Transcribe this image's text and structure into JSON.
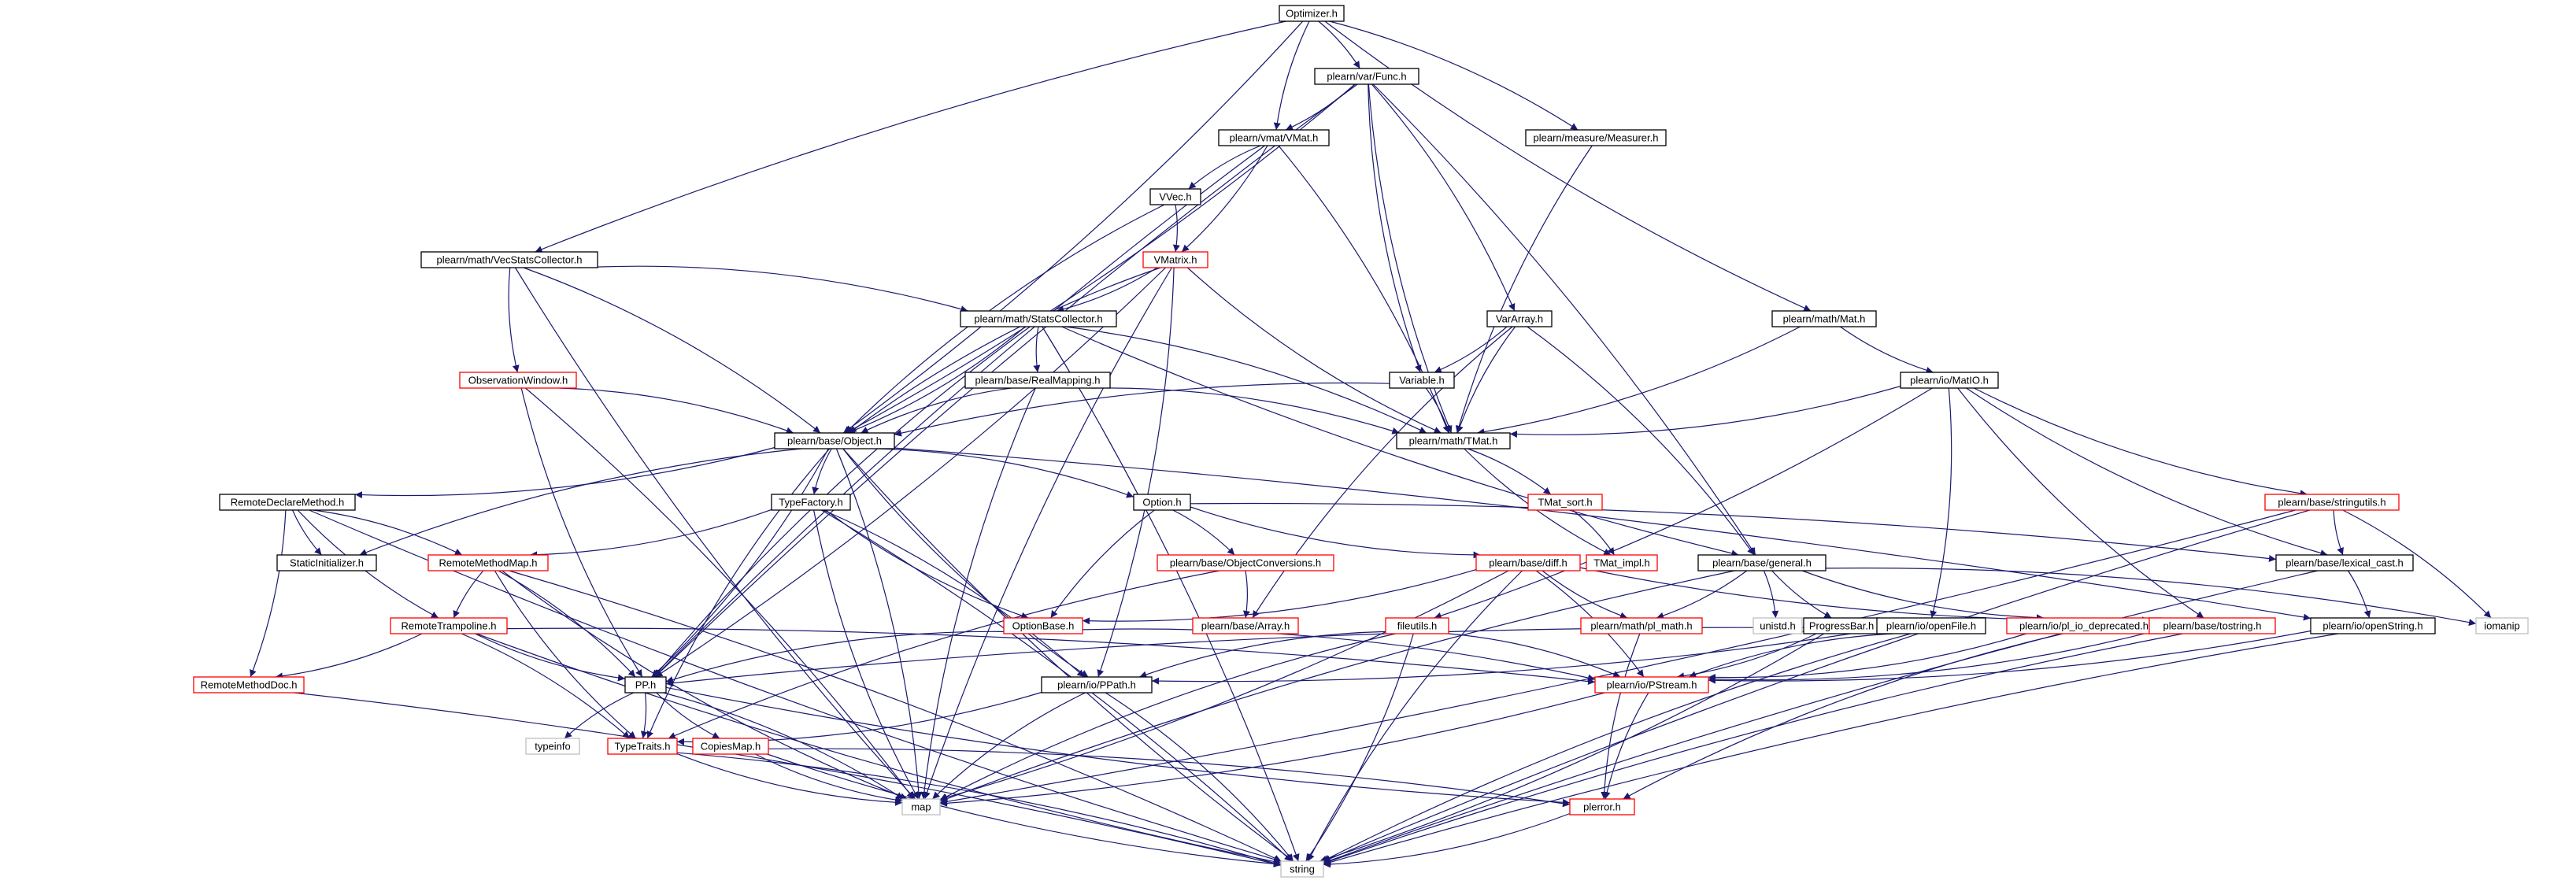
{
  "diagram": {
    "nodes": [
      {
        "id": "optimizer",
        "label": "Optimizer.h",
        "style": "root"
      },
      {
        "id": "func",
        "label": "plearn/var/Func.h",
        "style": "normal"
      },
      {
        "id": "vmat",
        "label": "plearn/vmat/VMat.h",
        "style": "normal"
      },
      {
        "id": "measurer",
        "label": "plearn/measure/Measurer.h",
        "style": "normal"
      },
      {
        "id": "vvec",
        "label": "VVec.h",
        "style": "normal"
      },
      {
        "id": "vmatrix",
        "label": "VMatrix.h",
        "style": "red"
      },
      {
        "id": "vecstats",
        "label": "plearn/math/VecStatsCollector.h",
        "style": "normal"
      },
      {
        "id": "statscol",
        "label": "plearn/math/StatsCollector.h",
        "style": "normal"
      },
      {
        "id": "vararray",
        "label": "VarArray.h",
        "style": "normal"
      },
      {
        "id": "mat",
        "label": "plearn/math/Mat.h",
        "style": "normal"
      },
      {
        "id": "obswin",
        "label": "ObservationWindow.h",
        "style": "red"
      },
      {
        "id": "realmap",
        "label": "plearn/base/RealMapping.h",
        "style": "normal"
      },
      {
        "id": "variable",
        "label": "Variable.h",
        "style": "normal"
      },
      {
        "id": "matio",
        "label": "plearn/io/MatIO.h",
        "style": "normal"
      },
      {
        "id": "object",
        "label": "plearn/base/Object.h",
        "style": "normal"
      },
      {
        "id": "tmat",
        "label": "plearn/math/TMat.h",
        "style": "normal"
      },
      {
        "id": "rdm",
        "label": "RemoteDeclareMethod.h",
        "style": "normal"
      },
      {
        "id": "typefactory",
        "label": "TypeFactory.h",
        "style": "normal"
      },
      {
        "id": "option",
        "label": "Option.h",
        "style": "normal"
      },
      {
        "id": "tmatsort",
        "label": "TMat_sort.h",
        "style": "red"
      },
      {
        "id": "stringutils",
        "label": "plearn/base/stringutils.h",
        "style": "red"
      },
      {
        "id": "staticinit",
        "label": "StaticInitializer.h",
        "style": "normal"
      },
      {
        "id": "rmm",
        "label": "RemoteMethodMap.h",
        "style": "red"
      },
      {
        "id": "objconv",
        "label": "plearn/base/ObjectConversions.h",
        "style": "red"
      },
      {
        "id": "diff",
        "label": "plearn/base/diff.h",
        "style": "red"
      },
      {
        "id": "tmatimpl",
        "label": "TMat_impl.h",
        "style": "red"
      },
      {
        "id": "general",
        "label": "plearn/base/general.h",
        "style": "normal"
      },
      {
        "id": "lexical",
        "label": "plearn/base/lexical_cast.h",
        "style": "normal"
      },
      {
        "id": "rtramp",
        "label": "RemoteTrampoline.h",
        "style": "red"
      },
      {
        "id": "optionbase",
        "label": "OptionBase.h",
        "style": "red"
      },
      {
        "id": "array",
        "label": "plearn/base/Array.h",
        "style": "red"
      },
      {
        "id": "filutils",
        "label": "fileutils.h",
        "style": "red"
      },
      {
        "id": "plmath",
        "label": "plearn/math/pl_math.h",
        "style": "red"
      },
      {
        "id": "unistd",
        "label": "unistd.h",
        "style": "gray"
      },
      {
        "id": "progress",
        "label": "ProgressBar.h",
        "style": "normal"
      },
      {
        "id": "openfile",
        "label": "plearn/io/openFile.h",
        "style": "normal"
      },
      {
        "id": "pliodep",
        "label": "plearn/io/pl_io_deprecated.h",
        "style": "red"
      },
      {
        "id": "tostring",
        "label": "plearn/base/tostring.h",
        "style": "red"
      },
      {
        "id": "openstring",
        "label": "plearn/io/openString.h",
        "style": "normal"
      },
      {
        "id": "iomanip",
        "label": "iomanip",
        "style": "gray"
      },
      {
        "id": "rmdoc",
        "label": "RemoteMethodDoc.h",
        "style": "red"
      },
      {
        "id": "pp",
        "label": "PP.h",
        "style": "normal"
      },
      {
        "id": "ppath",
        "label": "plearn/io/PPath.h",
        "style": "normal"
      },
      {
        "id": "pstream",
        "label": "plearn/io/PStream.h",
        "style": "red"
      },
      {
        "id": "typeinfo",
        "label": "typeinfo",
        "style": "gray"
      },
      {
        "id": "typetraits",
        "label": "TypeTraits.h",
        "style": "red"
      },
      {
        "id": "copiesmap",
        "label": "CopiesMap.h",
        "style": "red"
      },
      {
        "id": "map",
        "label": "map",
        "style": "gray"
      },
      {
        "id": "plerror",
        "label": "plerror.h",
        "style": "red"
      },
      {
        "id": "string",
        "label": "string",
        "style": "gray"
      }
    ],
    "edges": [
      [
        "optimizer",
        "func"
      ],
      [
        "optimizer",
        "vmat"
      ],
      [
        "optimizer",
        "measurer"
      ],
      [
        "optimizer",
        "vecstats"
      ],
      [
        "optimizer",
        "object"
      ],
      [
        "optimizer",
        "mat"
      ],
      [
        "func",
        "vmat"
      ],
      [
        "func",
        "pp"
      ],
      [
        "func",
        "object"
      ],
      [
        "func",
        "variable"
      ],
      [
        "func",
        "vararray"
      ],
      [
        "func",
        "tmat"
      ],
      [
        "func",
        "general"
      ],
      [
        "vmat",
        "vvec"
      ],
      [
        "vmat",
        "vmatrix"
      ],
      [
        "vmat",
        "pp"
      ],
      [
        "vmat",
        "tmat"
      ],
      [
        "measurer",
        "tmat"
      ],
      [
        "vvec",
        "vmatrix"
      ],
      [
        "vvec",
        "object"
      ],
      [
        "vmatrix",
        "statscol"
      ],
      [
        "vmatrix",
        "object"
      ],
      [
        "vmatrix",
        "pp"
      ],
      [
        "vmatrix",
        "tmat"
      ],
      [
        "vmatrix",
        "ppath"
      ],
      [
        "vmatrix",
        "map"
      ],
      [
        "vecstats",
        "statscol"
      ],
      [
        "vecstats",
        "obswin"
      ],
      [
        "vecstats",
        "object"
      ],
      [
        "vecstats",
        "map"
      ],
      [
        "statscol",
        "object"
      ],
      [
        "statscol",
        "realmap"
      ],
      [
        "statscol",
        "tmat"
      ],
      [
        "statscol",
        "general"
      ],
      [
        "statscol",
        "string"
      ],
      [
        "statscol",
        "pp"
      ],
      [
        "obswin",
        "object"
      ],
      [
        "obswin",
        "pp"
      ],
      [
        "obswin",
        "map"
      ],
      [
        "realmap",
        "object"
      ],
      [
        "realmap",
        "tmat"
      ],
      [
        "realmap",
        "map"
      ],
      [
        "vararray",
        "variable"
      ],
      [
        "vararray",
        "tmat"
      ],
      [
        "vararray",
        "general"
      ],
      [
        "vararray",
        "array"
      ],
      [
        "variable",
        "tmat"
      ],
      [
        "variable",
        "object"
      ],
      [
        "mat",
        "tmat"
      ],
      [
        "mat",
        "matio"
      ],
      [
        "matio",
        "tmat"
      ],
      [
        "matio",
        "stringutils"
      ],
      [
        "matio",
        "openfile"
      ],
      [
        "matio",
        "lexical"
      ],
      [
        "matio",
        "filutils"
      ],
      [
        "matio",
        "tostring"
      ],
      [
        "object",
        "rdm"
      ],
      [
        "object",
        "typefactory"
      ],
      [
        "object",
        "option"
      ],
      [
        "object",
        "staticinit"
      ],
      [
        "object",
        "pp"
      ],
      [
        "object",
        "ppath"
      ],
      [
        "object",
        "map"
      ],
      [
        "object",
        "string"
      ],
      [
        "object",
        "openstring"
      ],
      [
        "object",
        "typetraits"
      ],
      [
        "tmat",
        "tmatsort"
      ],
      [
        "tmat",
        "tmatimpl"
      ],
      [
        "tmatsort",
        "tmatimpl"
      ],
      [
        "stringutils",
        "lexical"
      ],
      [
        "stringutils",
        "iomanip"
      ],
      [
        "stringutils",
        "string"
      ],
      [
        "stringutils",
        "map"
      ],
      [
        "rdm",
        "staticinit"
      ],
      [
        "rdm",
        "rmm"
      ],
      [
        "rdm",
        "rtramp"
      ],
      [
        "rdm",
        "rmdoc"
      ],
      [
        "rdm",
        "string"
      ],
      [
        "typefactory",
        "rmm"
      ],
      [
        "typefactory",
        "optionbase"
      ],
      [
        "typefactory",
        "ppath"
      ],
      [
        "typefactory",
        "map"
      ],
      [
        "typefactory",
        "string"
      ],
      [
        "option",
        "optionbase"
      ],
      [
        "option",
        "objconv"
      ],
      [
        "option",
        "diff"
      ],
      [
        "option",
        "lexical"
      ],
      [
        "rmm",
        "rtramp"
      ],
      [
        "rmm",
        "pp"
      ],
      [
        "rmm",
        "map"
      ],
      [
        "rmm",
        "string"
      ],
      [
        "rmm",
        "typetraits"
      ],
      [
        "objconv",
        "array"
      ],
      [
        "objconv",
        "typetraits"
      ],
      [
        "diff",
        "optionbase"
      ],
      [
        "diff",
        "plmath"
      ],
      [
        "diff",
        "pstream"
      ],
      [
        "diff",
        "string"
      ],
      [
        "diff",
        "map"
      ],
      [
        "diff",
        "tostring"
      ],
      [
        "general",
        "unistd"
      ],
      [
        "general",
        "progress"
      ],
      [
        "general",
        "plmath"
      ],
      [
        "general",
        "pliodep"
      ],
      [
        "general",
        "iomanip"
      ],
      [
        "general",
        "map"
      ],
      [
        "lexical",
        "openstring"
      ],
      [
        "lexical",
        "string"
      ],
      [
        "rtramp",
        "rmdoc"
      ],
      [
        "rtramp",
        "pp"
      ],
      [
        "rtramp",
        "typetraits"
      ],
      [
        "rtramp",
        "string"
      ],
      [
        "rtramp",
        "pstream"
      ],
      [
        "optionbase",
        "pp"
      ],
      [
        "optionbase",
        "pstream"
      ],
      [
        "filutils",
        "ppath"
      ],
      [
        "filutils",
        "pstream"
      ],
      [
        "filutils",
        "map"
      ],
      [
        "filutils",
        "string"
      ],
      [
        "plmath",
        "plerror"
      ],
      [
        "progress",
        "pstream"
      ],
      [
        "progress",
        "pp"
      ],
      [
        "progress",
        "string"
      ],
      [
        "openfile",
        "pstream"
      ],
      [
        "openfile",
        "ppath"
      ],
      [
        "openfile",
        "string"
      ],
      [
        "pliodep",
        "pstream"
      ],
      [
        "pliodep",
        "plerror"
      ],
      [
        "tostring",
        "pstream"
      ],
      [
        "tostring",
        "string"
      ],
      [
        "openstring",
        "pstream"
      ],
      [
        "openstring",
        "string"
      ],
      [
        "rmdoc",
        "string"
      ],
      [
        "pp",
        "typeinfo"
      ],
      [
        "pp",
        "typetraits"
      ],
      [
        "pp",
        "copiesmap"
      ],
      [
        "pp",
        "map"
      ],
      [
        "pp",
        "plerror"
      ],
      [
        "ppath",
        "typetraits"
      ],
      [
        "ppath",
        "map"
      ],
      [
        "ppath",
        "string"
      ],
      [
        "pstream",
        "plerror"
      ],
      [
        "pstream",
        "map"
      ],
      [
        "typetraits",
        "map"
      ],
      [
        "typetraits",
        "string"
      ],
      [
        "copiesmap",
        "map"
      ],
      [
        "copiesmap",
        "plerror"
      ],
      [
        "copiesmap",
        "string"
      ],
      [
        "plerror",
        "string"
      ]
    ]
  }
}
